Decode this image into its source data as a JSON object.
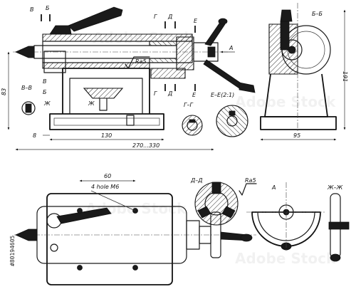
{
  "sections": {
    "top_b": "Б",
    "top_v": "В",
    "g_top": "Г",
    "d_top": "Д",
    "g_bottom": "Г",
    "d_bottom": "Д",
    "e_top": "Е",
    "e_bottom": "Е",
    "arrow_a": "А",
    "b_left": "В",
    "b_left2": "Б",
    "zh_left": "Ж",
    "zh_mid": "Ж",
    "bb_view": "Б–Б",
    "gg_view": "Г–Г",
    "ee_view": "Е–Е(2:1)",
    "vv_view": "В–В",
    "dd_view": "Д–Д",
    "a_view": "А",
    "zhzh_view": "Ж–Ж"
  },
  "dimensions": {
    "h83": "83",
    "d8": "8",
    "d130": "130",
    "d270_330": "270...330",
    "d95": "95",
    "d191": "191",
    "d60": "60",
    "holes": "4 hole  M6"
  },
  "roughness": {
    "ra_top": "Ra5",
    "ra_dd": "Ra5"
  },
  "watermark": "Adobe Stock",
  "stock_id": "#80194605"
}
